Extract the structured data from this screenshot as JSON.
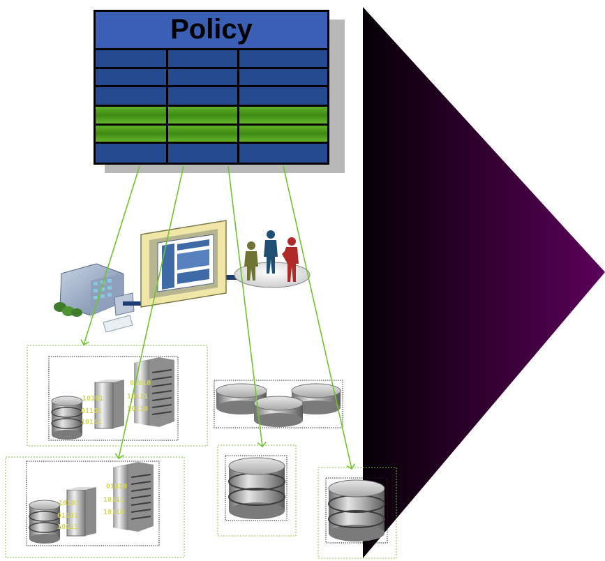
{
  "policy": {
    "title": "Policy",
    "colors": {
      "header": "#3a5fb4",
      "row": "#254a8f",
      "row_highlight": "#4a9a1c",
      "border": "#000000",
      "shadow": "#b8b8b8"
    }
  },
  "arrow_color": "#6fc42a",
  "wedge_gradient": [
    "#050005",
    "#5c005a"
  ],
  "icons": [
    "building-icon",
    "application-window-icon",
    "users-group-icon",
    "database-server-cluster-icon",
    "database-disks-icon",
    "database-icon"
  ],
  "binary_labels": {
    "cluster_top": [
      "01010",
      "10111",
      "10110",
      "10101",
      "01101",
      "10111"
    ],
    "cluster_bottom": [
      "01010",
      "10111",
      "10110",
      "10101",
      "01101",
      "10111"
    ]
  }
}
